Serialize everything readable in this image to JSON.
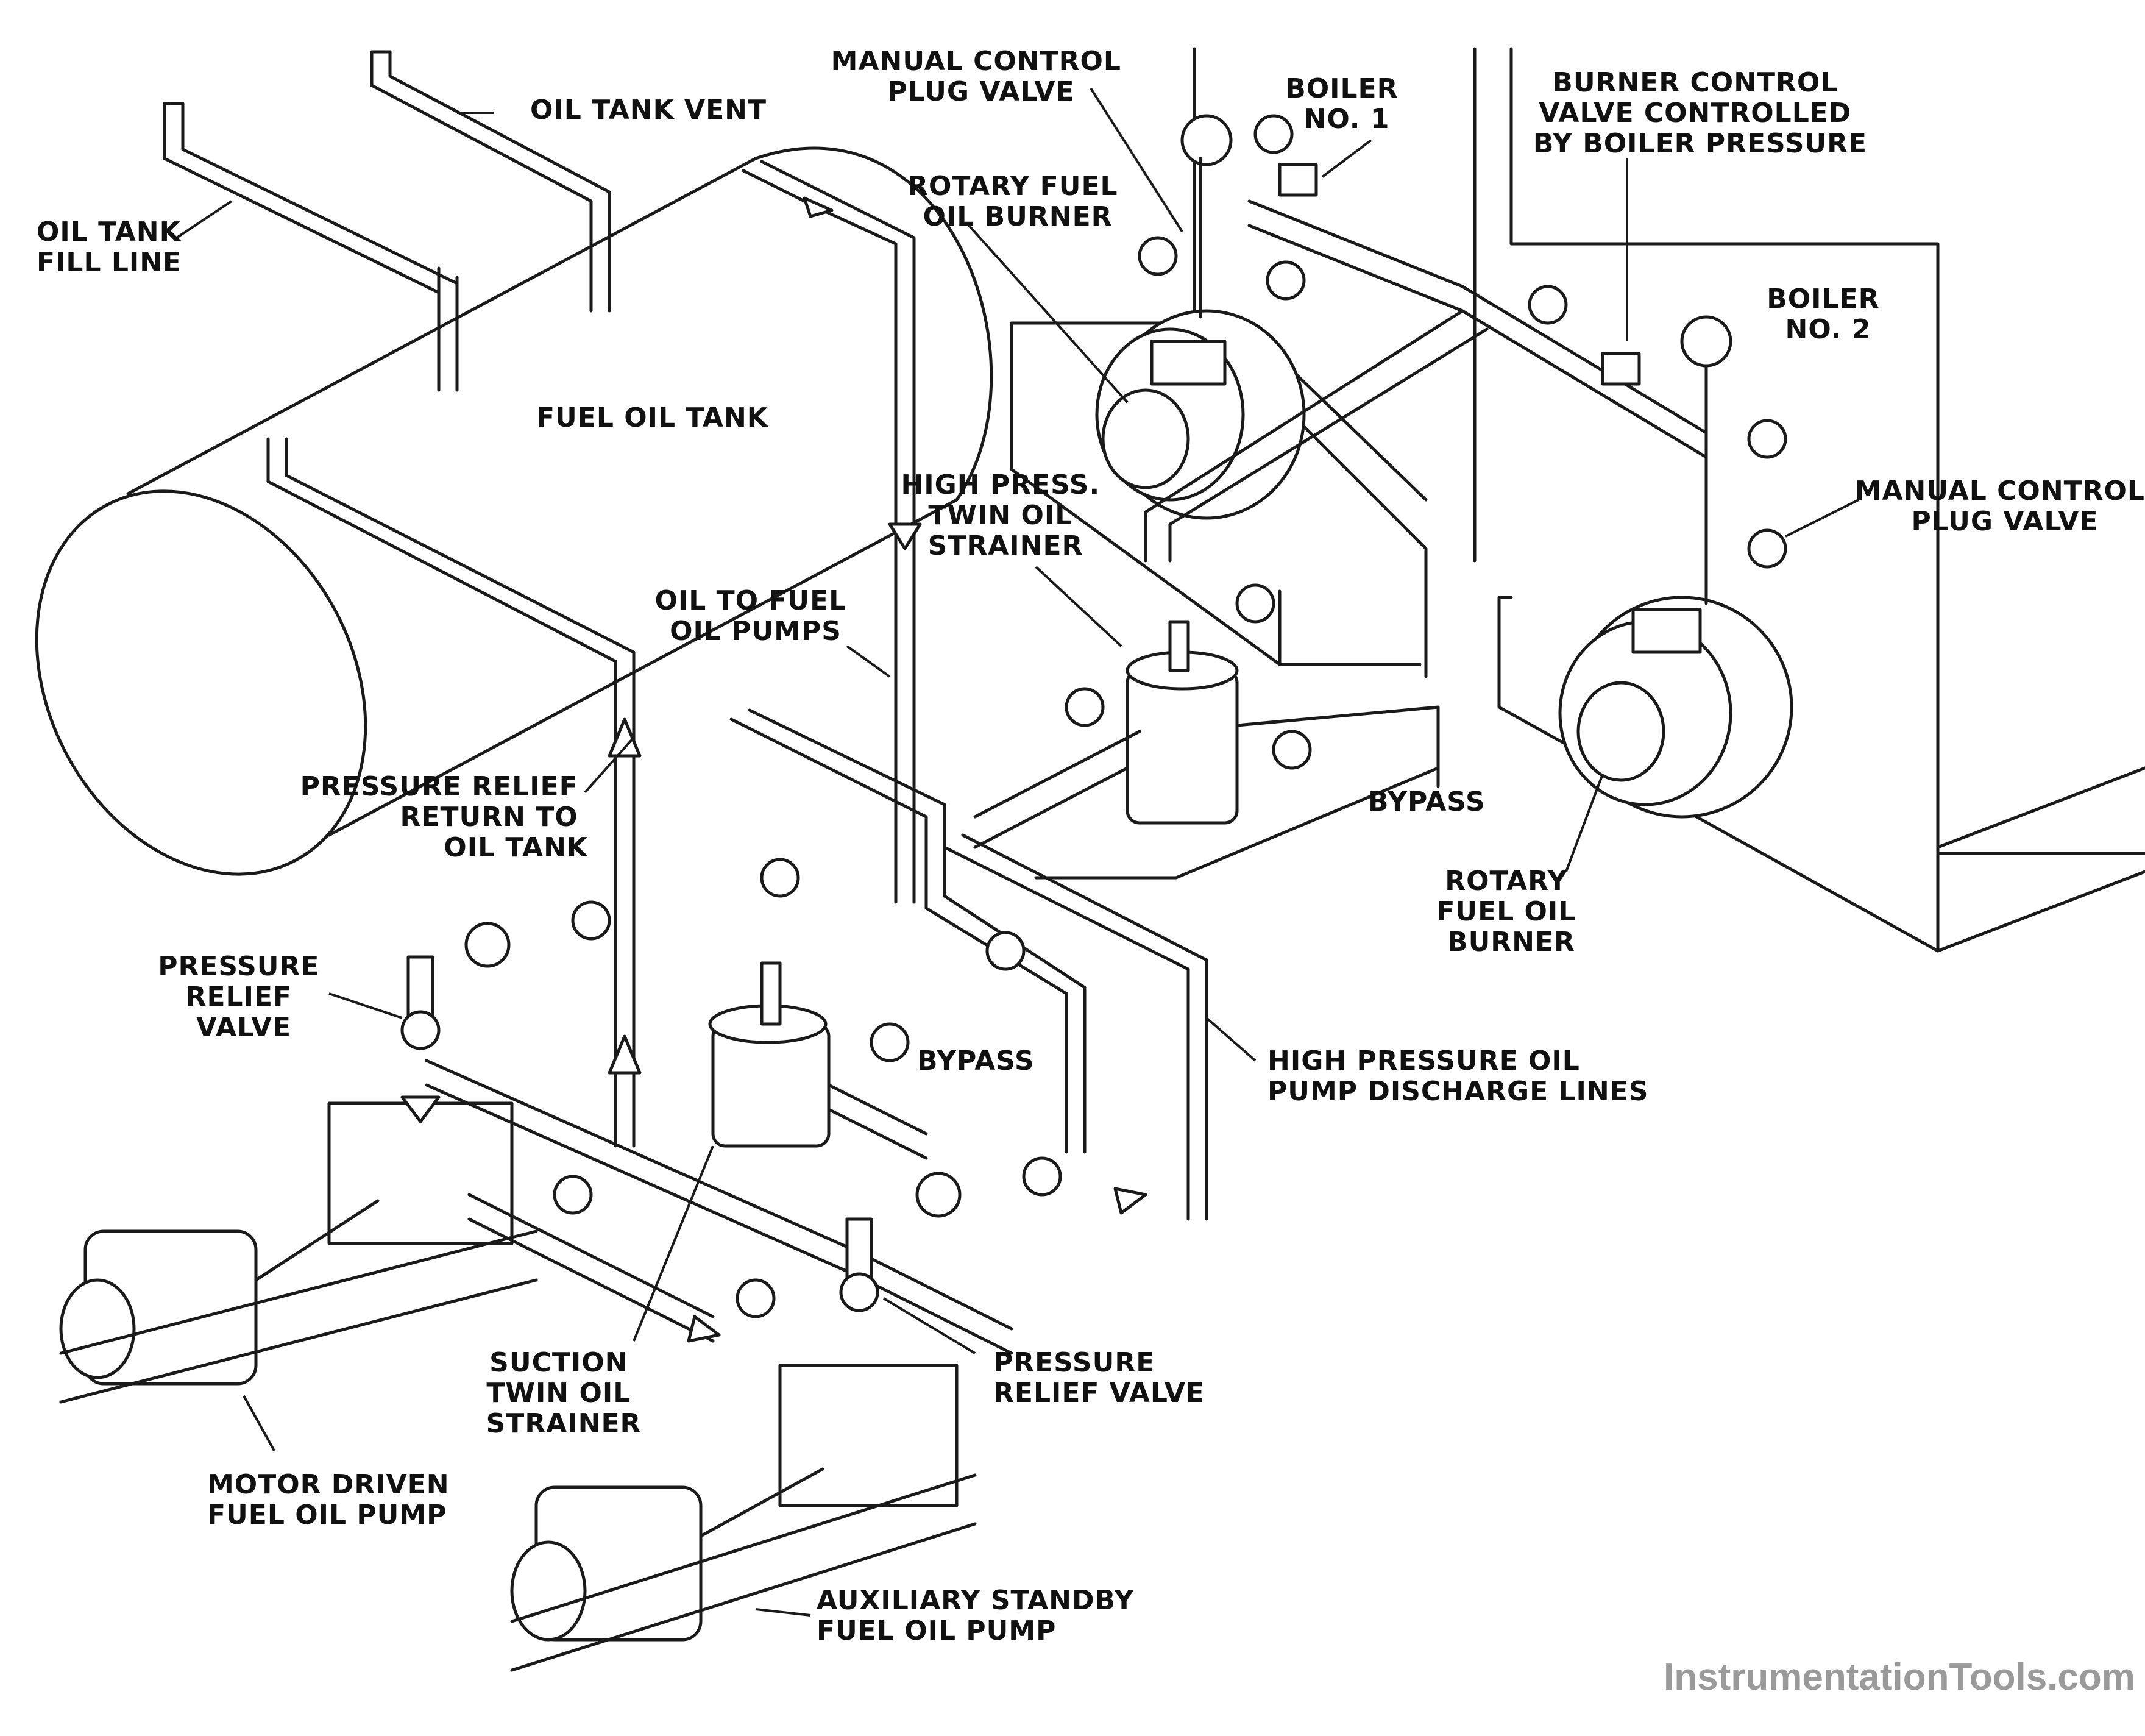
{
  "labels": {
    "oil_tank_vent": "OIL TANK VENT",
    "oil_tank_fill_line": [
      "OIL TANK",
      "FILL LINE"
    ],
    "fuel_oil_tank": "FUEL OIL TANK",
    "manual_control_plug_valve_1": [
      "MANUAL CONTROL",
      "PLUG VALVE"
    ],
    "rotary_fuel_oil_burner_1": [
      "ROTARY FUEL",
      "OIL BURNER"
    ],
    "boiler_no_1": [
      "BOILER",
      "NO. 1"
    ],
    "burner_control_valve": [
      "BURNER CONTROL",
      "VALVE CONTROLLED",
      "BY BOILER PRESSURE"
    ],
    "boiler_no_2": [
      "BOILER",
      "NO. 2"
    ],
    "manual_control_plug_valve_2": [
      "MANUAL CONTROL",
      "PLUG VALVE"
    ],
    "high_press_twin_oil_strainer": [
      "HIGH PRESS.",
      "TWIN OIL",
      "STRAINER"
    ],
    "oil_to_fuel_oil_pumps": [
      "OIL TO FUEL",
      "OIL PUMPS"
    ],
    "pressure_relief_return": [
      "PRESSURE RELIEF",
      "RETURN TO",
      "OIL TANK"
    ],
    "bypass_upper": "BYPASS",
    "rotary_fuel_oil_burner_2": [
      "ROTARY",
      "FUEL OIL",
      "BURNER"
    ],
    "pressure_relief_valve_left": [
      "PRESSURE",
      "RELIEF",
      "VALVE"
    ],
    "bypass_lower": "BYPASS",
    "high_pressure_discharge": [
      "HIGH PRESSURE OIL",
      "PUMP DISCHARGE LINES"
    ],
    "suction_twin_oil_strainer": [
      "SUCTION",
      "TWIN OIL",
      "STRAINER"
    ],
    "pressure_relief_valve_right": [
      "PRESSURE",
      "RELIEF VALVE"
    ],
    "motor_driven_pump": [
      "MOTOR DRIVEN",
      "FUEL OIL PUMP"
    ],
    "auxiliary_standby_pump": [
      "AUXILIARY STANDBY",
      "FUEL OIL PUMP"
    ]
  },
  "watermark": "InstrumentationTools.com"
}
